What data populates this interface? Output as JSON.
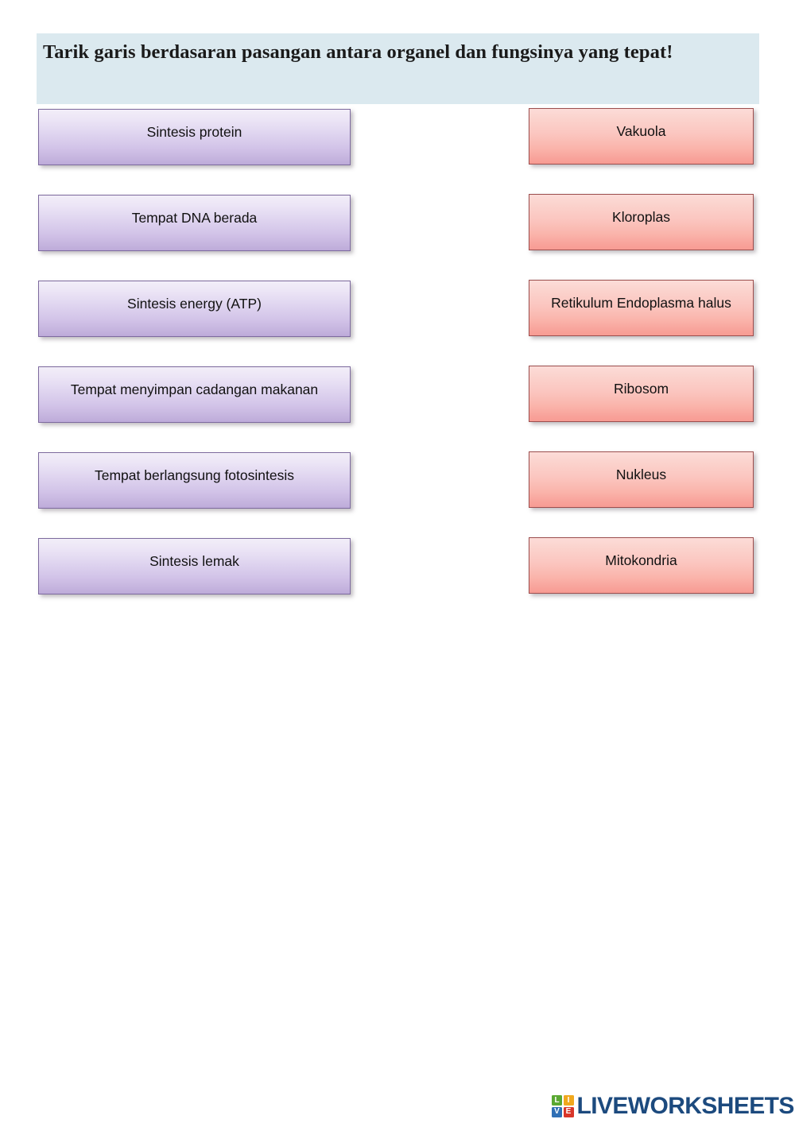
{
  "worksheet": {
    "instruction": "Tarik garis berdasaran pasangan antara organel dan fungsinya yang tepat!",
    "instruction_band_color": "#dbe9ef",
    "left_column": {
      "title": "functions",
      "box_color": "#d2c3e8",
      "border_color": "#7d6a9e",
      "items": [
        {
          "label": "Sintesis protein"
        },
        {
          "label": "Tempat DNA berada"
        },
        {
          "label": "Sintesis energy (ATP)"
        },
        {
          "label": "Tempat menyimpan cadangan makanan"
        },
        {
          "label": "Tempat berlangsung fotosintesis"
        },
        {
          "label": "Sintesis lemak"
        }
      ]
    },
    "right_column": {
      "title": "organelles",
      "box_color": "#fab4ab",
      "border_color": "#9c4e4e",
      "items": [
        {
          "label": "Vakuola"
        },
        {
          "label": "Kloroplas"
        },
        {
          "label": "Retikulum Endoplasma halus"
        },
        {
          "label": "Ribosom"
        },
        {
          "label": "Nukleus"
        },
        {
          "label": "Mitokondria"
        }
      ]
    }
  },
  "logo": {
    "wordmark": "LIVEWORKSHEETS",
    "wordmark_color": "#1c4a7e",
    "tiles": [
      {
        "letter": "L",
        "color": "#5aa832"
      },
      {
        "letter": "I",
        "color": "#f0a81e"
      },
      {
        "letter": "V",
        "color": "#2f6fb5"
      },
      {
        "letter": "E",
        "color": "#d8362a"
      }
    ]
  }
}
